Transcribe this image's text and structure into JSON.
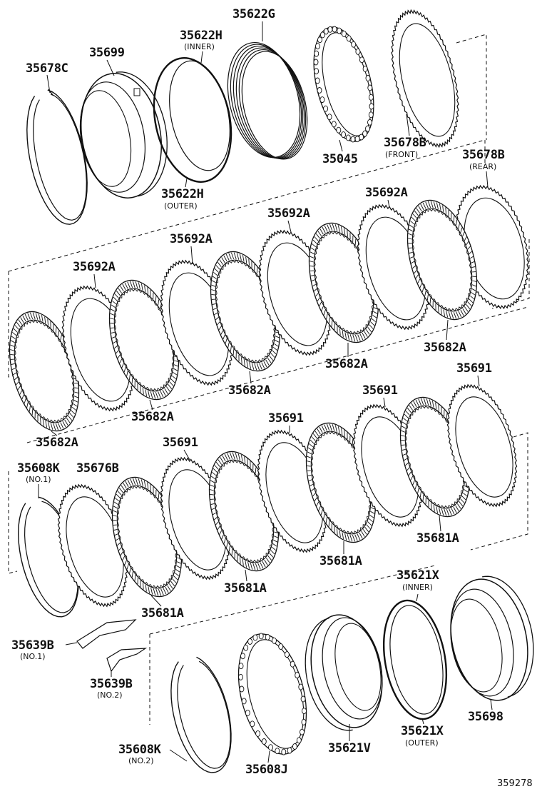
{
  "diagram_code": "359278",
  "parts": [
    {
      "id": "p35678C",
      "number": "35678C",
      "note": ""
    },
    {
      "id": "p35699",
      "number": "35699",
      "note": ""
    },
    {
      "id": "p35622H_inner",
      "number": "35622H",
      "note": "(INNER)"
    },
    {
      "id": "p35622G",
      "number": "35622G",
      "note": ""
    },
    {
      "id": "p35622H_outer",
      "number": "35622H",
      "note": "(OUTER)"
    },
    {
      "id": "p35045",
      "number": "35045",
      "note": ""
    },
    {
      "id": "p35678B_front",
      "number": "35678B",
      "note": "(FRONT)"
    },
    {
      "id": "p35678B_rear",
      "number": "35678B",
      "note": "(REAR)"
    },
    {
      "id": "p35692A_1",
      "number": "35692A",
      "note": ""
    },
    {
      "id": "p35692A_2",
      "number": "35692A",
      "note": ""
    },
    {
      "id": "p35692A_3",
      "number": "35692A",
      "note": ""
    },
    {
      "id": "p35692A_4",
      "number": "35692A",
      "note": ""
    },
    {
      "id": "p35682A_1",
      "number": "35682A",
      "note": ""
    },
    {
      "id": "p35682A_2",
      "number": "35682A",
      "note": ""
    },
    {
      "id": "p35682A_3",
      "number": "35682A",
      "note": ""
    },
    {
      "id": "p35682A_4",
      "number": "35682A",
      "note": ""
    },
    {
      "id": "p35682A_5",
      "number": "35682A",
      "note": ""
    },
    {
      "id": "p35691_1",
      "number": "35691",
      "note": ""
    },
    {
      "id": "p35691_2",
      "number": "35691",
      "note": ""
    },
    {
      "id": "p35691_3",
      "number": "35691",
      "note": ""
    },
    {
      "id": "p35691_4",
      "number": "35691",
      "note": ""
    },
    {
      "id": "p35608K_no1",
      "number": "35608K",
      "note": "(NO.1)"
    },
    {
      "id": "p35676B",
      "number": "35676B",
      "note": ""
    },
    {
      "id": "p35681A_1",
      "number": "35681A",
      "note": ""
    },
    {
      "id": "p35681A_2",
      "number": "35681A",
      "note": ""
    },
    {
      "id": "p35681A_3",
      "number": "35681A",
      "note": ""
    },
    {
      "id": "p35681A_4",
      "number": "35681A",
      "note": ""
    },
    {
      "id": "p35621X_inner",
      "number": "35621X",
      "note": "(INNER)"
    },
    {
      "id": "p35639B_no1",
      "number": "35639B",
      "note": "(NO.1)"
    },
    {
      "id": "p35639B_no2",
      "number": "35639B",
      "note": "(NO.2)"
    },
    {
      "id": "p35698",
      "number": "35698",
      "note": ""
    },
    {
      "id": "p35621X_outer",
      "number": "35621X",
      "note": "(OUTER)"
    },
    {
      "id": "p35608K_no2",
      "number": "35608K",
      "note": "(NO.2)"
    },
    {
      "id": "p35608J",
      "number": "35608J",
      "note": ""
    },
    {
      "id": "p35621V",
      "number": "35621V",
      "note": ""
    }
  ],
  "line_color": "#111111"
}
